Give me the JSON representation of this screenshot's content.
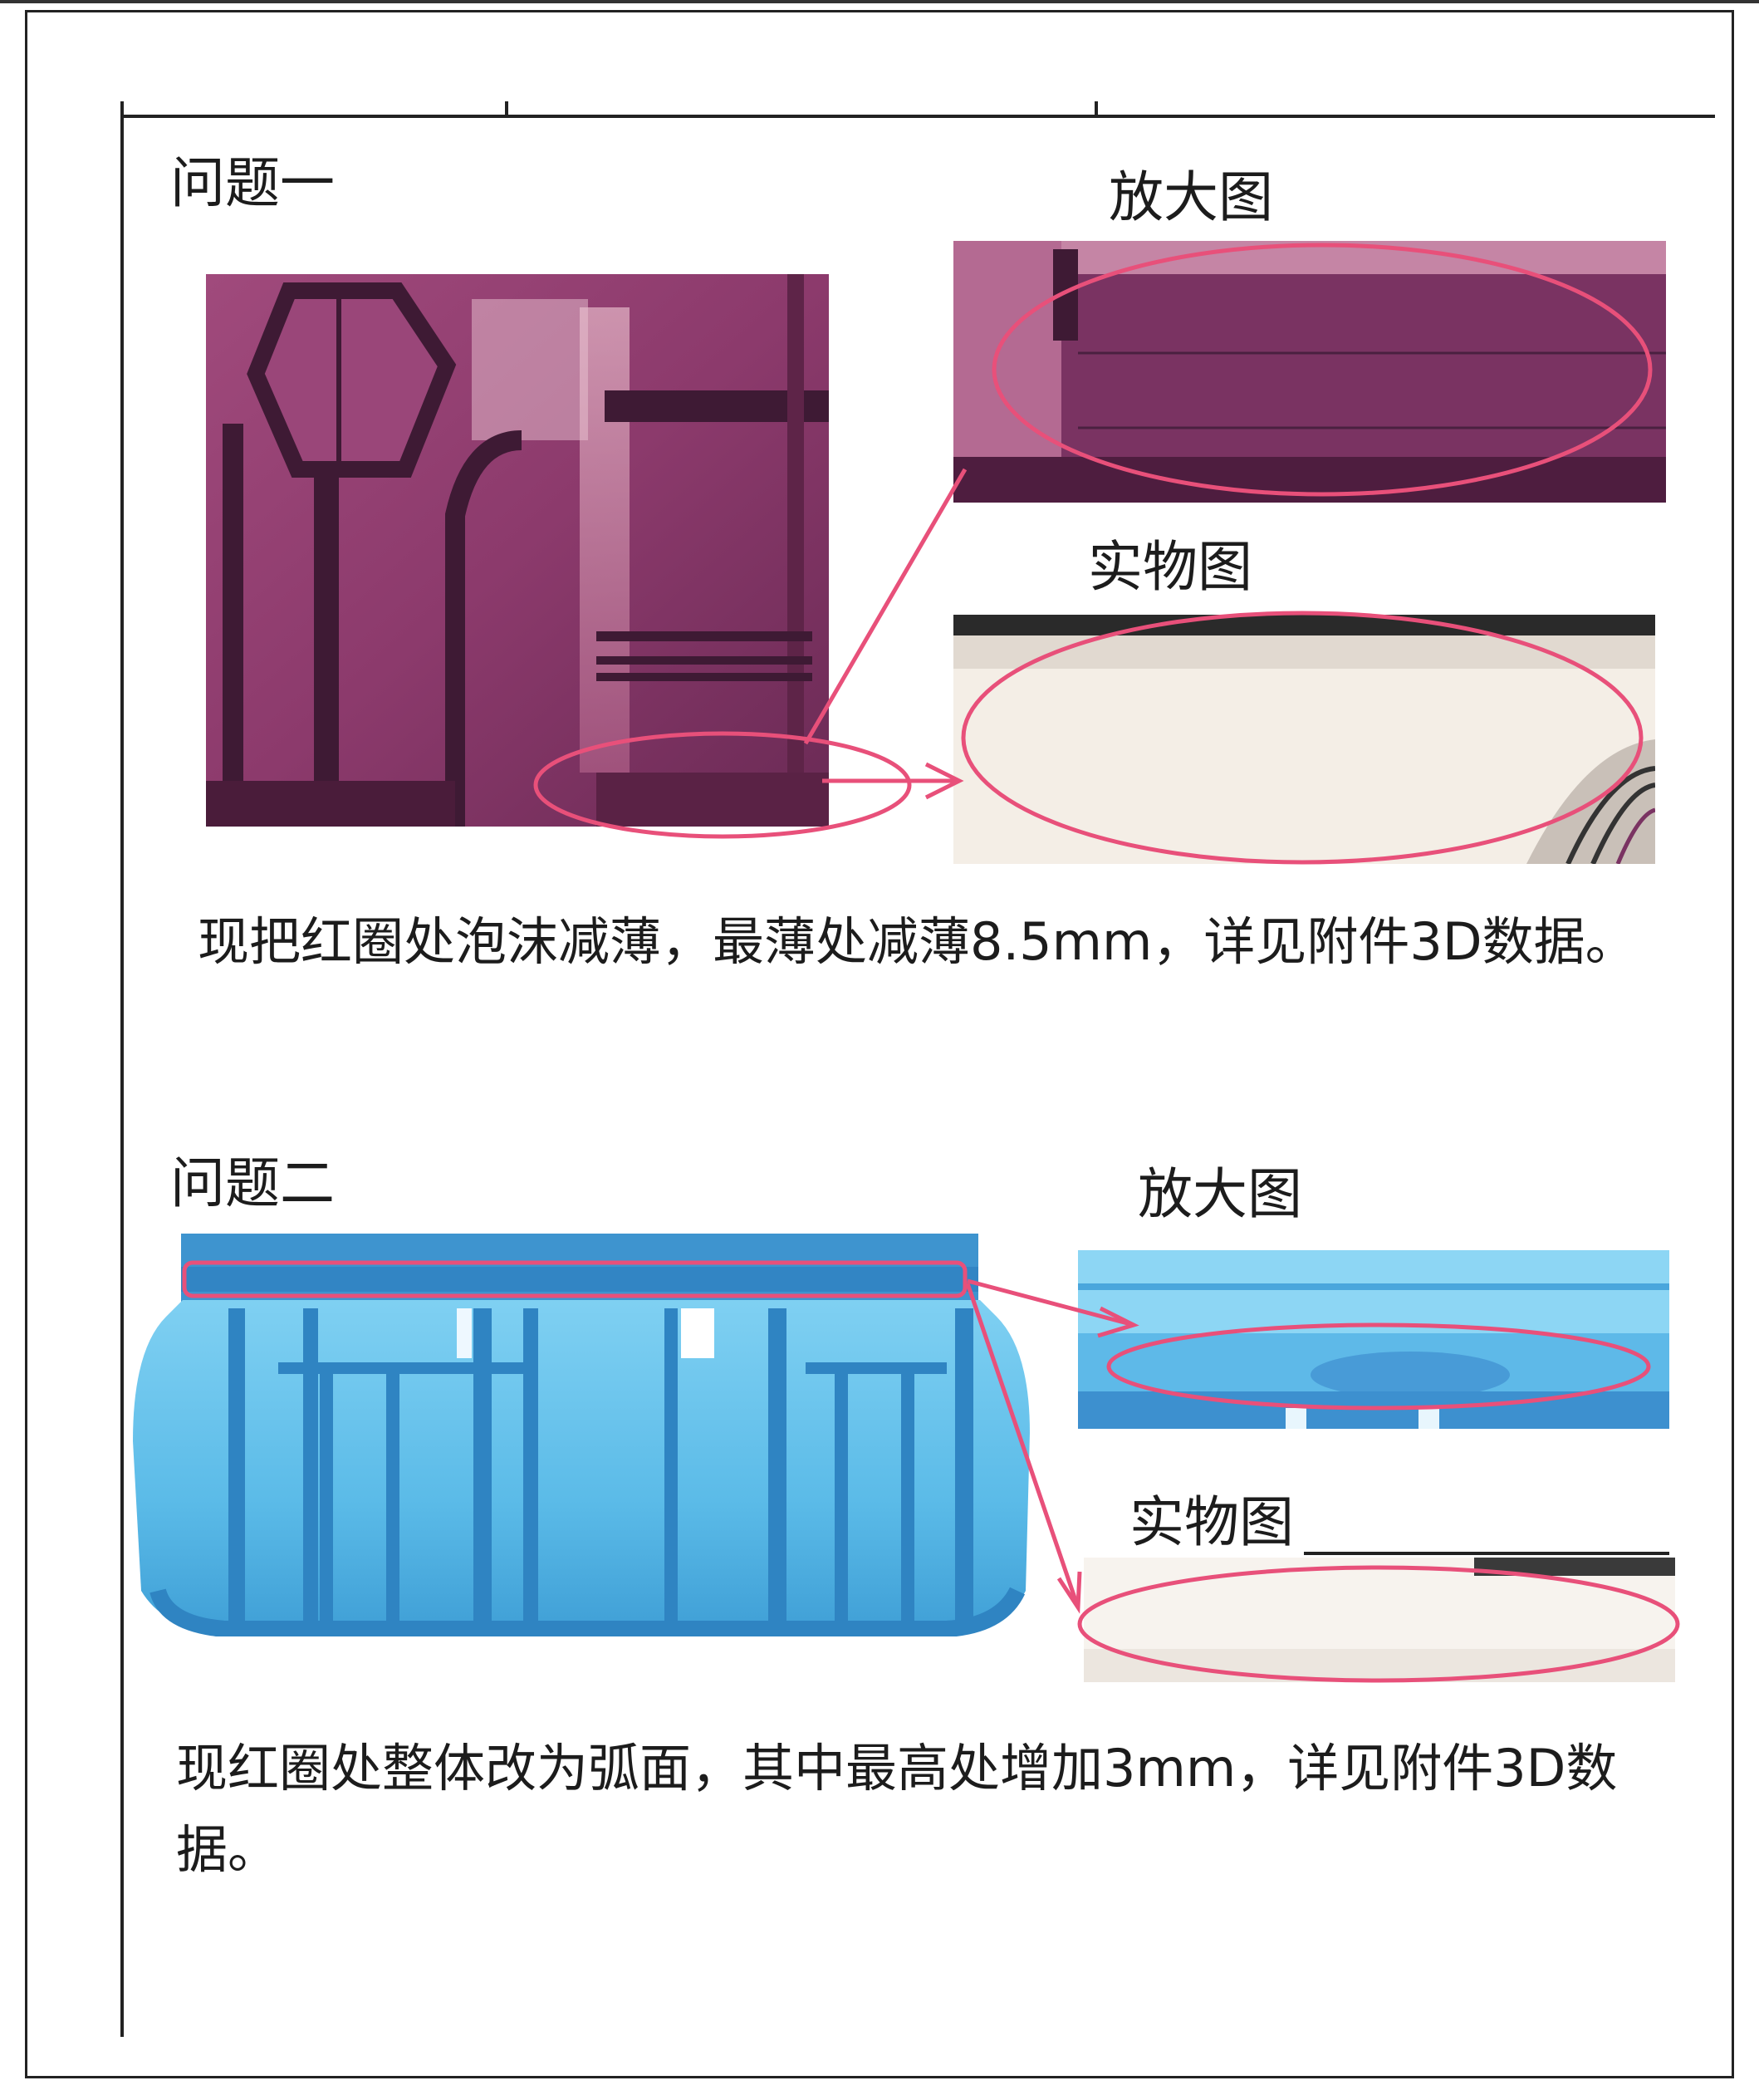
{
  "section1": {
    "heading": "问题一",
    "zoom_caption": "放大图",
    "photo_caption": "实物图",
    "description": "现把红圈处泡沫减薄，最薄处减薄8.5mm，详见附件3D数据。"
  },
  "section2": {
    "heading": "问题二",
    "zoom_caption": "放大图",
    "photo_caption": "实物图",
    "description": "现红圈处整体改为弧面，其中最高处增加3mm，详见附件3D数据。"
  },
  "colors": {
    "annotation_red": "#e8507a",
    "model1_purple": "#8a3a6a",
    "model2_blue": "#49aee0"
  }
}
